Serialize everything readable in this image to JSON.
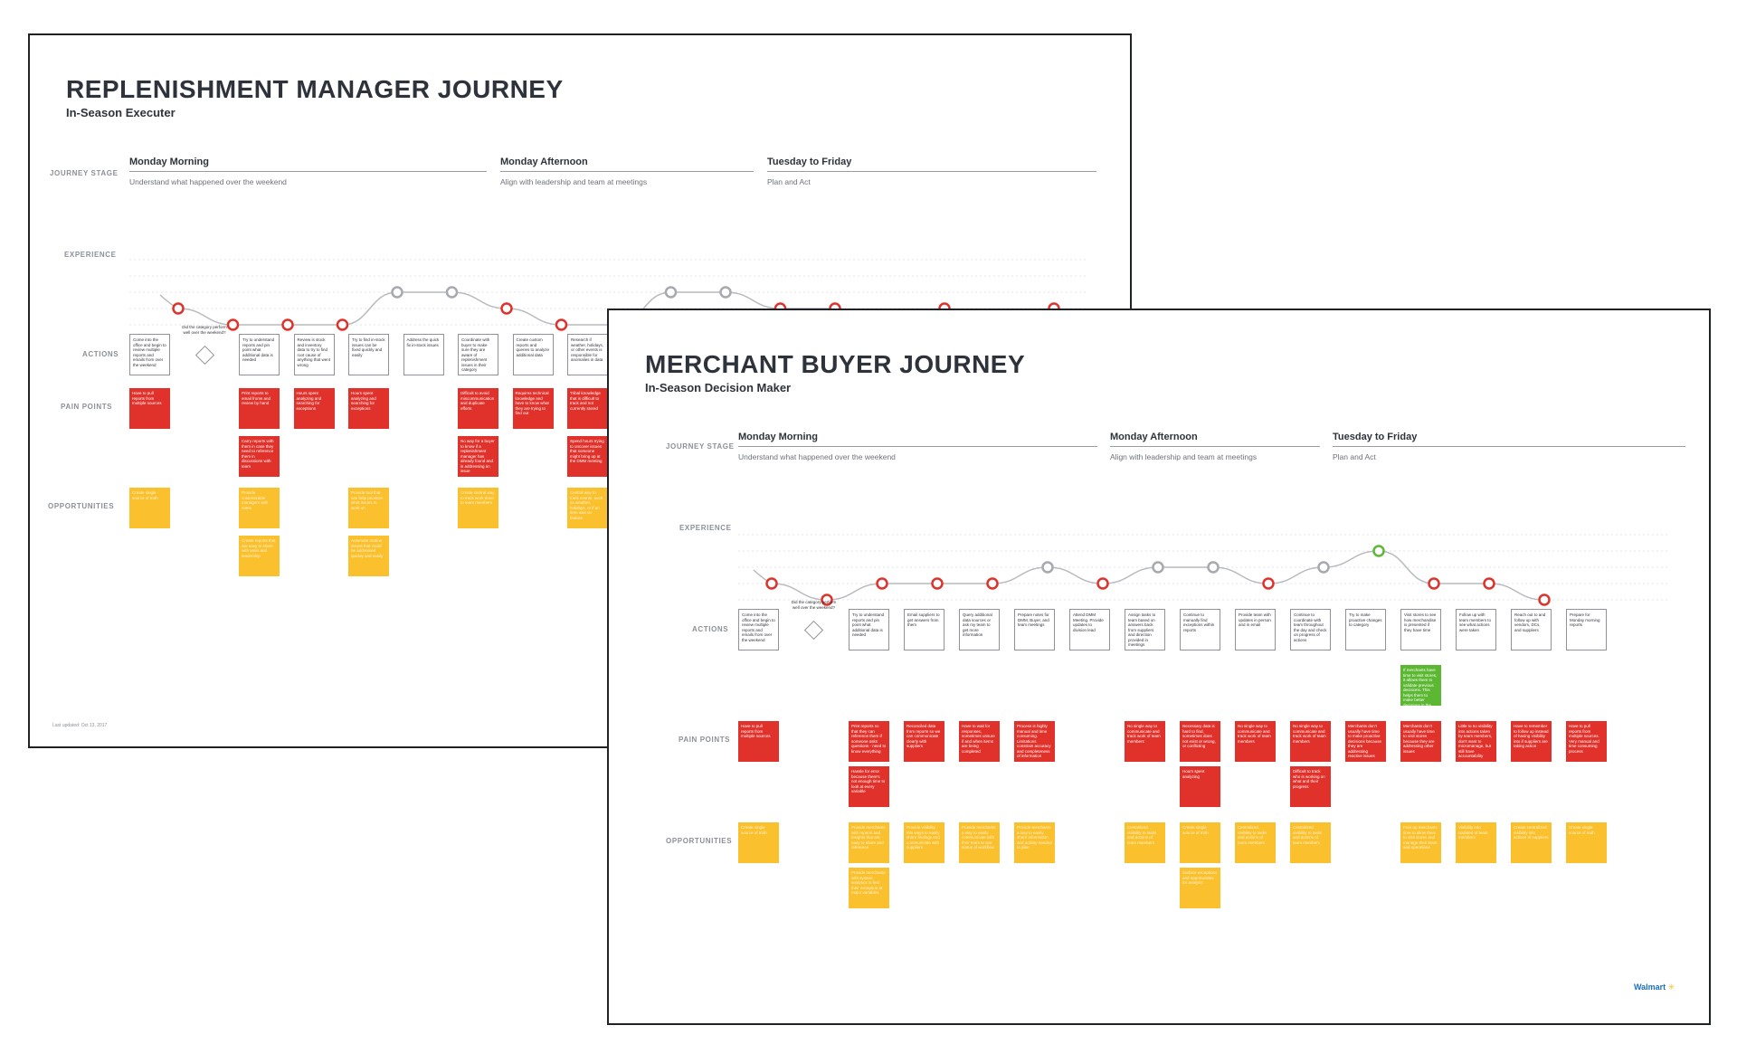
{
  "journeys": [
    {
      "id": "rm",
      "title": "REPLENISHMENT MANAGER JOURNEY",
      "subtitle": "In-Season Executer",
      "footer": "Last updated: Oct 13, 2017",
      "labels": [
        "JOURNEY STAGE",
        "EXPERIENCE",
        "ACTIONS",
        "PAIN POINTS",
        "OPPORTUNITIES"
      ],
      "stages": [
        {
          "name": "Monday Morning",
          "desc": "Understand what happened over the weekend"
        },
        {
          "name": "Monday Afternoon",
          "desc": "Align with leadership and team at meetings"
        },
        {
          "name": "Tuesday to Friday",
          "desc": "Plan and Act"
        }
      ],
      "experience": [
        2,
        1,
        1,
        1,
        3,
        3,
        2,
        1,
        1,
        3,
        3,
        2,
        2,
        1,
        2,
        1,
        2
      ],
      "actions": [
        {
          "type": "box",
          "text": "Come into the office and begin to review multiple reports and emails from over the weekend"
        },
        {
          "type": "decision",
          "text": "Did the category perform well over the weekend?"
        },
        {
          "type": "box",
          "text": "Try to understand reports and pin point what additional data is needed"
        },
        {
          "type": "box",
          "text": "Review is stock and inventory data to try to find root cause of anything that went wrong"
        },
        {
          "type": "box",
          "text": "Try to find in-stock issues can be fixed quickly and easily"
        },
        {
          "type": "box",
          "text": "Address the quick fix in-stock issues"
        },
        {
          "type": "box",
          "text": "Coordinate with buyer to make sure they are aware of replenishment issues in their category"
        },
        {
          "type": "box",
          "text": "Create custom reports and queries to analyze additional data"
        },
        {
          "type": "box",
          "text": "Research if weather, holidays, or other events is responsible for anomalies in data"
        }
      ],
      "pains": [
        {
          "col": 0,
          "row": 0,
          "text": "Have to pull reports from multiple sources"
        },
        {
          "col": 2,
          "row": 0,
          "text": "Print reports to email froms and review by hand"
        },
        {
          "col": 2,
          "row": 1,
          "text": "Carry reports with them in case they need to reference them in discussions with team"
        },
        {
          "col": 3,
          "row": 0,
          "text": "Hours spent analyzing and searching for exceptions"
        },
        {
          "col": 4,
          "row": 0,
          "text": "Hours spent analyzing and searching for exceptions"
        },
        {
          "col": 6,
          "row": 0,
          "text": "Difficult to avoid miscommunication and duplicate efforts"
        },
        {
          "col": 6,
          "row": 1,
          "text": "No way for a buyer to know if a replenishment manager has already found and is addressing an issue"
        },
        {
          "col": 7,
          "row": 0,
          "text": "Requires technical knowledge and have to know what they are trying to find out"
        },
        {
          "col": 8,
          "row": 0,
          "text": "Tribal knowledge that is difficult to track and not currently stored"
        },
        {
          "col": 8,
          "row": 1,
          "text": "Spend hours trying to uncover issues that someone might bring up at the DMM meeting"
        }
      ],
      "opps": [
        {
          "col": 0,
          "row": 0,
          "text": "Create single source of truth"
        },
        {
          "col": 2,
          "row": 0,
          "text": "Provide customizable managers with notes"
        },
        {
          "col": 2,
          "row": 1,
          "text": "Create reports that are easy to share with team and leadership"
        },
        {
          "col": 4,
          "row": 0,
          "text": "Provide tool that can help prioritize what issues to work on"
        },
        {
          "col": 4,
          "row": 1,
          "text": "Automate routine issues that could be addressed quickly and easily"
        },
        {
          "col": 6,
          "row": 0,
          "text": "Create central way to track work done to team members"
        },
        {
          "col": 8,
          "row": 0,
          "text": "Central way to track events, such as weather, holidays, or if an item was on feature"
        }
      ]
    },
    {
      "id": "mb",
      "title": "MERCHANT BUYER JOURNEY",
      "subtitle": "In-Season Decision Maker",
      "logo": "Walmart",
      "labels": [
        "JOURNEY STAGE",
        "EXPERIENCE",
        "ACTIONS",
        "PAIN POINTS",
        "OPPORTUNITIES"
      ],
      "stages": [
        {
          "name": "Monday Morning",
          "desc": "Understand what happened over the weekend"
        },
        {
          "name": "Monday Afternoon",
          "desc": "Align with leadership and team at meetings"
        },
        {
          "name": "Tuesday to Friday",
          "desc": "Plan and Act"
        }
      ],
      "experience": [
        2,
        1,
        2,
        2,
        2,
        3,
        2,
        3,
        3,
        2,
        3,
        4,
        2,
        2,
        1
      ],
      "actions": [
        {
          "type": "box",
          "text": "Come into the office and begin to review multiple reports and emails from over the weekend"
        },
        {
          "type": "decision",
          "text": "Did the category perform well over the weekend?"
        },
        {
          "type": "box",
          "text": "Try to understand reports and pin point what additional data is needed"
        },
        {
          "type": "box",
          "text": "Email suppliers to get answers from them"
        },
        {
          "type": "box",
          "text": "Query additional data sources or ask my team to get more information"
        },
        {
          "type": "box",
          "text": "Prepare notes for DMM, Buyer, and team meetings"
        },
        {
          "type": "box",
          "text": "Attend DMM Meeting. Provide updates to division lead"
        },
        {
          "type": "box",
          "text": "Assign tasks to team based on answers back from suppliers and direction provided in meetings"
        },
        {
          "type": "box",
          "text": "Continue to manually find exceptions within reports"
        },
        {
          "type": "box",
          "text": "Provide team with updates in person and in email"
        },
        {
          "type": "box",
          "text": "Continue to coordinate with team throughout the day and check on progress of actions"
        },
        {
          "type": "box",
          "text": "Try to make proactive changes to category"
        },
        {
          "type": "box",
          "text": "Visit stores to see how merchandise is presented if they have time"
        },
        {
          "type": "box",
          "text": "Follow up with team members to see what actions were taken"
        },
        {
          "type": "box",
          "text": "Reach out to and follow up with vendors, DCs, and suppliers"
        },
        {
          "type": "box",
          "text": "Prepare for Monday morning reports"
        }
      ],
      "insight": {
        "col": 12,
        "text": "If merchants have time to visit stores, it allows them to validate previous decisions. This helps them to make better decisions in the future"
      },
      "pains": [
        {
          "col": 0,
          "row": 0,
          "text": "Have to pull reports from multiple sources"
        },
        {
          "col": 2,
          "row": 0,
          "text": "Print reports so that they can reference them if someone asks questions - need to know everything"
        },
        {
          "col": 2,
          "row": 1,
          "text": "Hassle for error because there's not enough time to look at every variable"
        },
        {
          "col": 3,
          "row": 0,
          "text": "Reconciled data from reports so we can communicate clearly with suppliers"
        },
        {
          "col": 4,
          "row": 0,
          "text": "Have to wait for responses, sometimes unsure if and when items are being completed"
        },
        {
          "col": 5,
          "row": 0,
          "text": "Process is highly manual and time consuming. Limitations constrain accuracy and completeness of information"
        },
        {
          "col": 7,
          "row": 0,
          "text": "No single way to communicate and track work of team members"
        },
        {
          "col": 8,
          "row": 0,
          "text": "Necessary data is hard to find, sometimes does not exist or wrong, or conflicting"
        },
        {
          "col": 8,
          "row": 1,
          "text": "Hours spent analyzing"
        },
        {
          "col": 9,
          "row": 0,
          "text": "No single way to communicate and track work of team members"
        },
        {
          "col": 10,
          "row": 0,
          "text": "No single way to communicate and track work of team members"
        },
        {
          "col": 10,
          "row": 1,
          "text": "Difficult to track who is working on what and their progress"
        },
        {
          "col": 11,
          "row": 0,
          "text": "Merchants don't usually have time to make proactive decisions because they are addressing reactive issues"
        },
        {
          "col": 12,
          "row": 0,
          "text": "Merchants don't usually have time to visit stores because they are addressing other issues"
        },
        {
          "col": 13,
          "row": 0,
          "text": "Little to no visibility into actions taken by team members, don't want to micromanage, but still have accountability"
        },
        {
          "col": 14,
          "row": 0,
          "text": "Have to remember to follow up instead of having visibility into if suppliers are taking action"
        },
        {
          "col": 15,
          "row": 0,
          "text": "Have to pull reports from multiple sources. Very manual and time consuming process"
        }
      ],
      "opps": [
        {
          "col": 0,
          "row": 0,
          "text": "Create single source of truth"
        },
        {
          "col": 2,
          "row": 0,
          "text": "Provide merchants with reports and insights that are easy to share and reference"
        },
        {
          "col": 2,
          "row": 1,
          "text": "Provide merchants with system analytics to find their exception at major variables"
        },
        {
          "col": 3,
          "row": 0,
          "text": "Provide visibility into ways to easily share findings and communicate with suppliers"
        },
        {
          "col": 4,
          "row": 0,
          "text": "Provide merchants a way to easily communicate with their team to see status of workflow"
        },
        {
          "col": 5,
          "row": 0,
          "text": "Provide merchants a way to easily share information and activity needed to plan"
        },
        {
          "col": 7,
          "row": 0,
          "text": "Centralized visibility to tasks and actions of team members"
        },
        {
          "col": 8,
          "row": 0,
          "text": "Create single source of truth"
        },
        {
          "col": 8,
          "row": 1,
          "text": "Surface exceptions and opportunities for analysis"
        },
        {
          "col": 9,
          "row": 0,
          "text": "Centralized visibility to tasks and actions of team members"
        },
        {
          "col": 10,
          "row": 0,
          "text": "Centralized visibility to tasks and actions of team members"
        },
        {
          "col": 12,
          "row": 0,
          "text": "Free up merchants time to allow them to visit stores and manage their team and operations"
        },
        {
          "col": 13,
          "row": 0,
          "text": "Visibility into updated of team members"
        },
        {
          "col": 14,
          "row": 0,
          "text": "Create centralized visibility into actions of suppliers"
        },
        {
          "col": 15,
          "row": 0,
          "text": "Create single source of truth"
        }
      ]
    }
  ]
}
